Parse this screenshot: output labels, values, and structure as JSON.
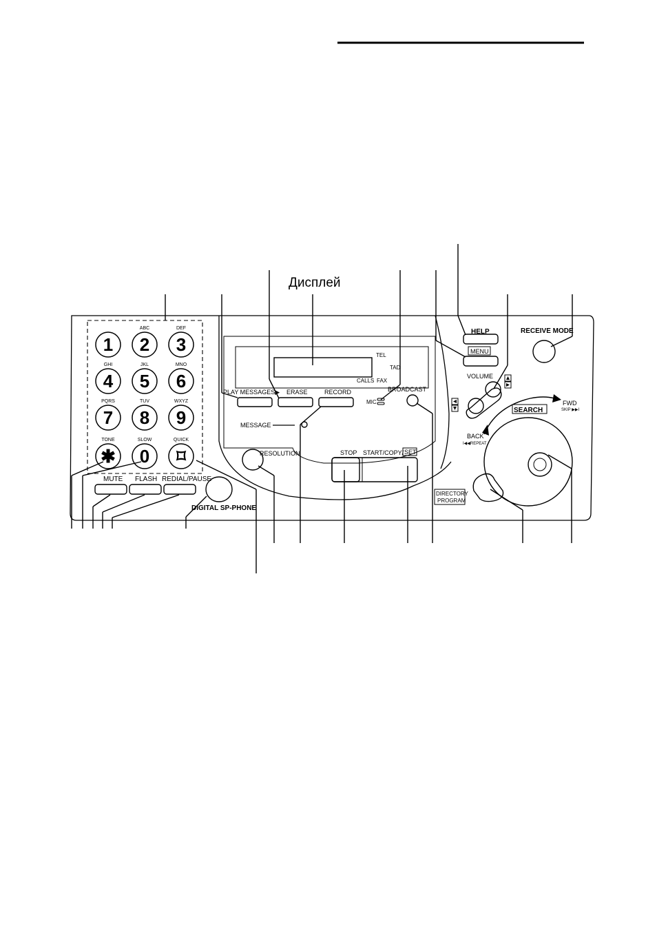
{
  "display_caption": "Дисплей",
  "keypad": {
    "keys": [
      {
        "digit": "1",
        "letters": ""
      },
      {
        "digit": "2",
        "letters": "ABC"
      },
      {
        "digit": "3",
        "letters": "DEF"
      },
      {
        "digit": "4",
        "letters": "GHI"
      },
      {
        "digit": "5",
        "letters": "JKL"
      },
      {
        "digit": "6",
        "letters": "MNO"
      },
      {
        "digit": "7",
        "letters": "PQRS"
      },
      {
        "digit": "8",
        "letters": "TUV"
      },
      {
        "digit": "9",
        "letters": "WXYZ"
      },
      {
        "digit": "✱",
        "letters": "TONE"
      },
      {
        "digit": "0",
        "letters": "SLOW"
      },
      {
        "digit": "⌑",
        "letters": "QUICK"
      }
    ]
  },
  "buttons": {
    "mute": "MUTE",
    "flash": "FLASH",
    "redial_pause": "REDIAL/PAUSE",
    "digital_sp_phone": "DIGITAL SP-PHONE",
    "play_messages": "PLAY MESSAGES▶",
    "erase": "ERASE",
    "record": "RECORD",
    "broadcast": "BROADCAST",
    "message": "MESSAGE",
    "resolution": "RESOLUTION",
    "stop": "STOP",
    "start_copy": "START/COPY/",
    "set": "SET",
    "help": "HELP",
    "menu": "MENU",
    "volume": "VOLUME",
    "receive_mode": "RECEIVE MODE",
    "search": "SEARCH",
    "fwd": "FWD",
    "skip": "SKIP ▶▶I",
    "back": "BACK",
    "repeat": "I◀◀REPEAT",
    "directory": "DIRECTORY",
    "program": "PROGRAM"
  },
  "display_indicators": {
    "tel": "TEL",
    "tad": "TAD",
    "calls": "CALLS",
    "fax": "FAX",
    "mic": "MIC"
  }
}
